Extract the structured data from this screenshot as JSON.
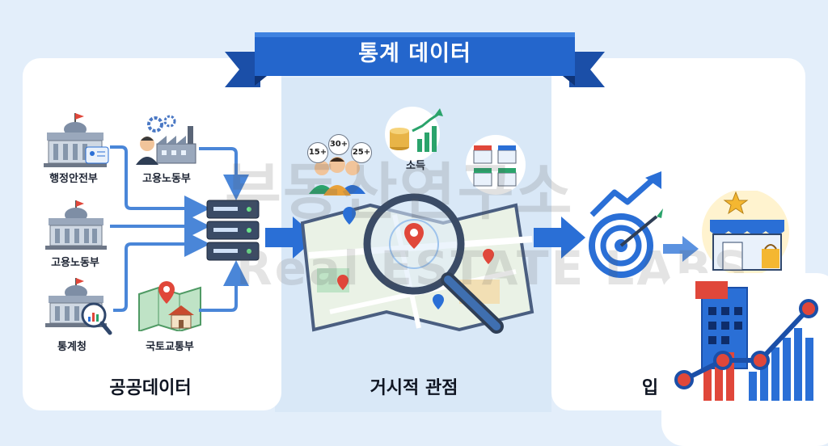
{
  "banner": {
    "title": "통계 데이터"
  },
  "sources": {
    "mois": "행정안전부",
    "moel_top": "고용노동부",
    "moel_left": "고용노동부",
    "kostat": "통계청",
    "molit": "국토교통부"
  },
  "income_label": "소득",
  "age_badges": [
    "15+",
    "30+",
    "25+"
  ],
  "sections": {
    "left": "공공데이터",
    "middle": "거시적 관점",
    "right": "입"
  },
  "watermark": {
    "line1": "부동산연구소",
    "line2": "Real ESTATE LABS"
  },
  "colors": {
    "accent_blue": "#2a6fd6",
    "banner": "#1f5fc4",
    "red_pin": "#e0473a"
  }
}
